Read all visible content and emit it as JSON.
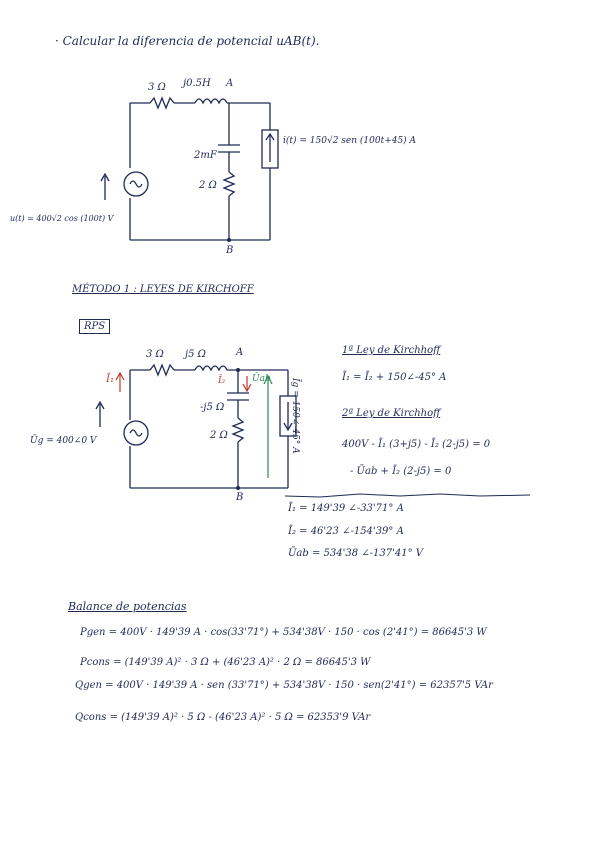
{
  "prompt": "· Calcular la diferencia de potencial uAB(t).",
  "circuit1": {
    "r1": "3 Ω",
    "l1": "j0.5H",
    "node_a": "A",
    "node_b": "B",
    "cap": "2mF",
    "r2": "2 Ω",
    "i_source": "i(t) = 150√2 sen (100t+45) A",
    "v_source": "u(t) = 400√2 cos (100t) V"
  },
  "method_title": "MÉTODO 1 : LEYES DE KIRCHOFF",
  "rps_label": "RPS",
  "circuit2": {
    "r1": "3 Ω",
    "l1": "j5 Ω",
    "node_a": "A",
    "node_b": "B",
    "i1": "Ī₁",
    "i2": "Ī₂",
    "uab": "Ūab",
    "xc": "-j5 Ω",
    "r2": "2 Ω",
    "vg": "Ūg = 400∠0 V",
    "ig": "Īg = 150∠-45° A"
  },
  "equations": {
    "law1_title": "1ª Ley de Kirchhoff",
    "law1_eq": "Ī₁ = Ī₂ + 150∠-45° A",
    "law2_title": "2ª Ley de Kirchhoff",
    "law2_eq1": "400V - Ī₁ (3+j5) - Ī₂ (2-j5) = 0",
    "law2_eq2": "- Ūab + Ī₂ (2-j5) = 0"
  },
  "results": {
    "i1": "Ī₁ = 149'39 ∠-33'71° A",
    "i2": "Ī₂ = 46'23 ∠-154'39° A",
    "uab": "Ūab = 534'38 ∠-137'41° V"
  },
  "balance": {
    "title": "Balance de potencias",
    "pgen": "Pgen = 400V · 149'39 A · cos(33'71°) + 534'38V · 150 · cos (2'41°) = 86645'3 W",
    "pcons": "Pcons = (149'39 A)² · 3 Ω + (46'23 A)² · 2 Ω = 86645'3 W",
    "qgen": "Qgen = 400V · 149'39 A · sen (33'71°) + 534'38V · 150 · sen(2'41°) = 62357'5 VAr",
    "qcons": "Qcons = (149'39 A)² · 5 Ω - (46'23 A)² · 5 Ω = 62353'9 VAr"
  }
}
